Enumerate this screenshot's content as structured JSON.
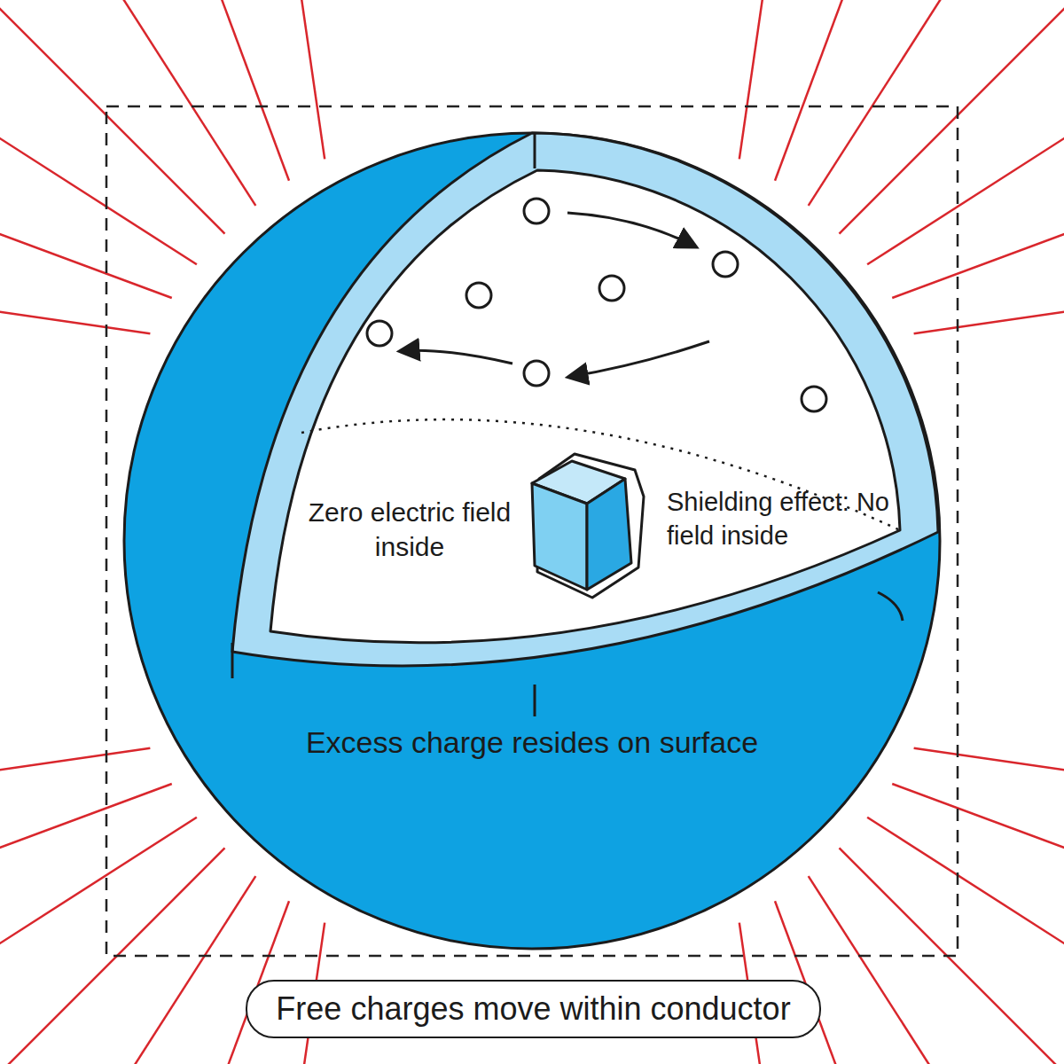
{
  "diagram": {
    "nodes": [
      {
        "text": [
          "Free charges move within conductor"
        ]
      }
    ],
    "labels": [
      "Zero electric field inside",
      "Shielding effect: No field inside",
      "Excess charge resides on surface"
    ]
  }
}
